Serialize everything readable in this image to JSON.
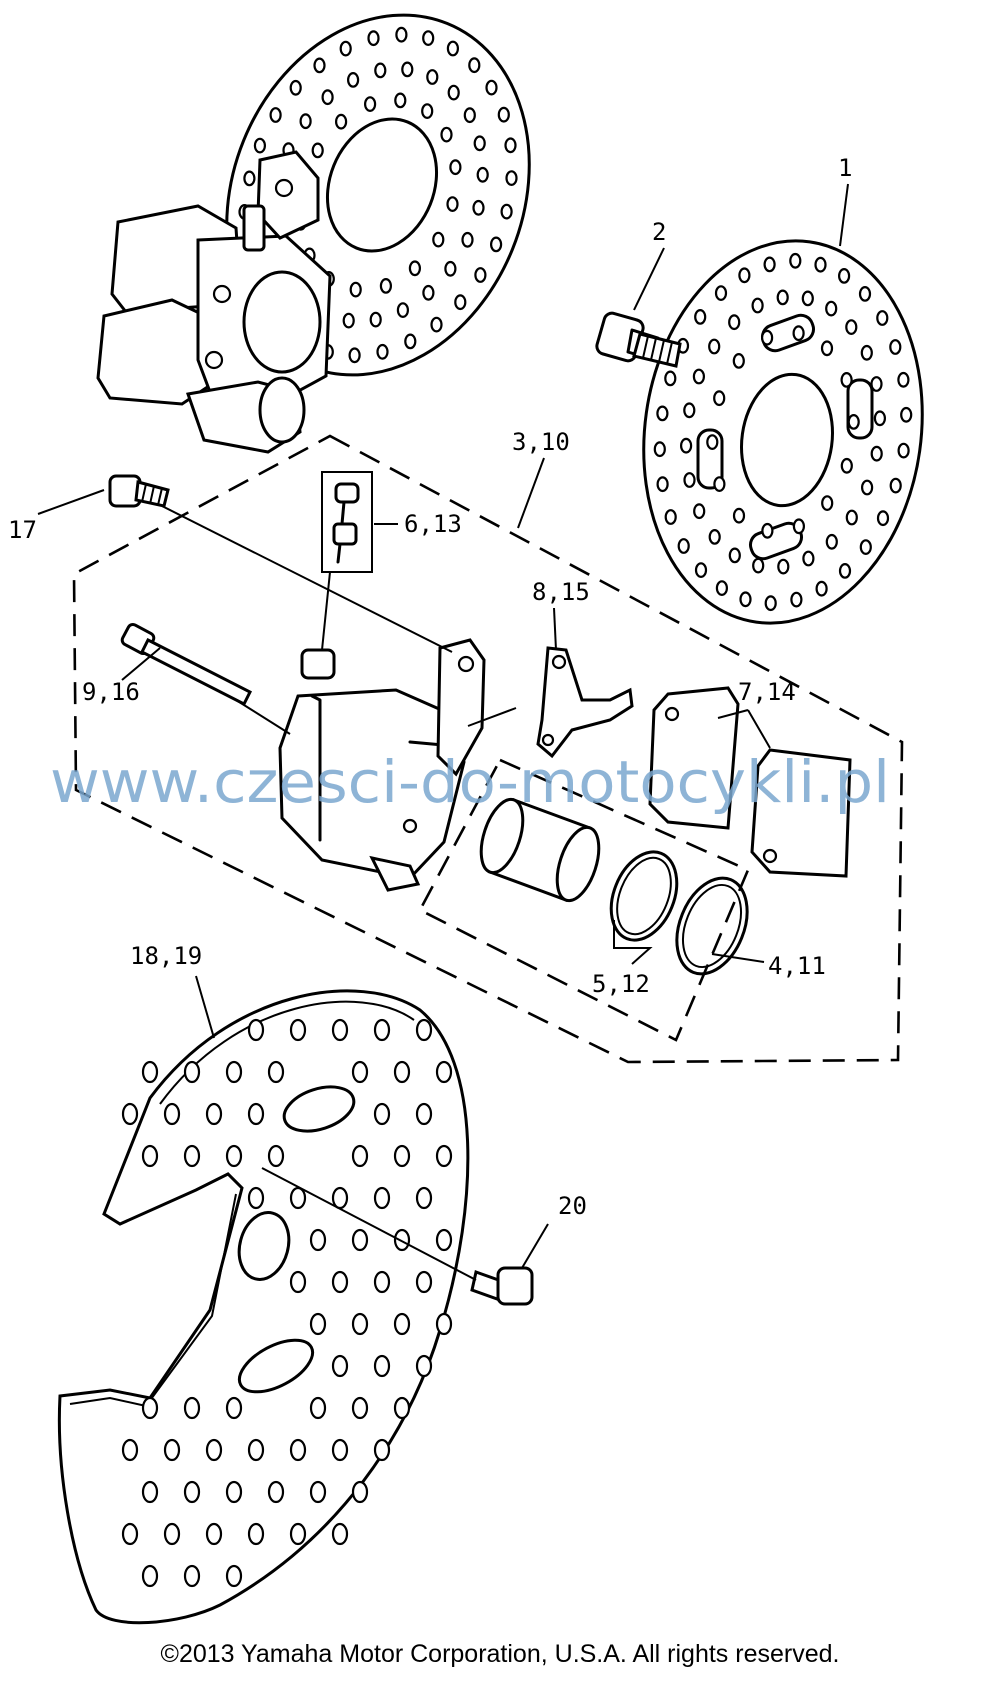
{
  "labels": {
    "part_1": "1",
    "part_2": "2",
    "part_3_10": "3,10",
    "part_4_11": "4,11",
    "part_5_12": "5,12",
    "part_6_13": "6,13",
    "part_7_14": "7,14",
    "part_8_15": "8,15",
    "part_9_16": "9,16",
    "part_17": "17",
    "part_18_19": "18,19",
    "part_20": "20"
  },
  "watermark": "www.czesci-do-motocykli.pl",
  "copyright": "©2013 Yamaha Motor Corporation, U.S.A. All rights reserved."
}
